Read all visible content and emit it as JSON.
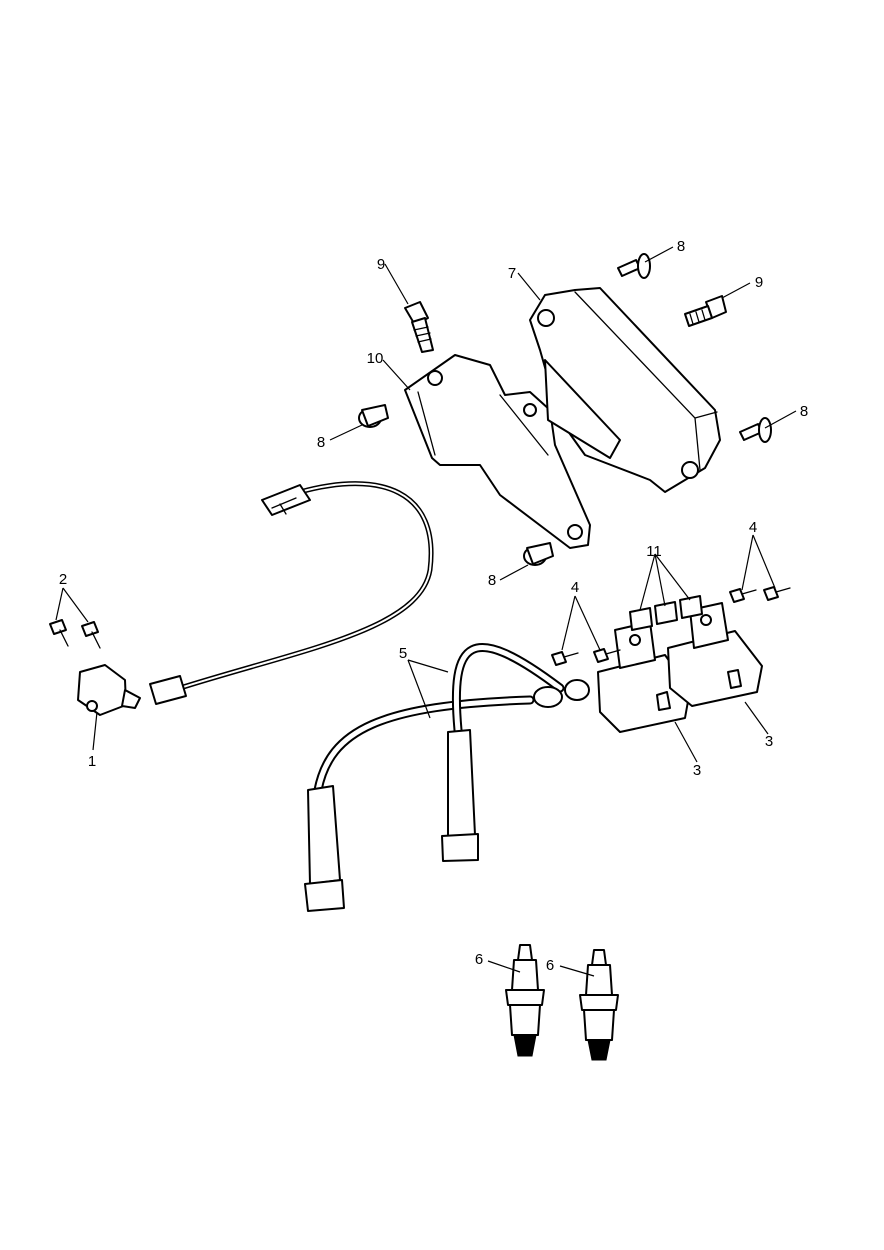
{
  "diagram": {
    "callouts": {
      "c1": "1",
      "c2": "2",
      "c3a": "3",
      "c3b": "3",
      "c4a": "4",
      "c4b": "4",
      "c5": "5",
      "c6a": "6",
      "c6b": "6",
      "c7": "7",
      "c8a": "8",
      "c8b": "8",
      "c8c": "8",
      "c8d": "8",
      "c9a": "9",
      "c9b": "9",
      "c10": "10",
      "c11": "11"
    }
  }
}
